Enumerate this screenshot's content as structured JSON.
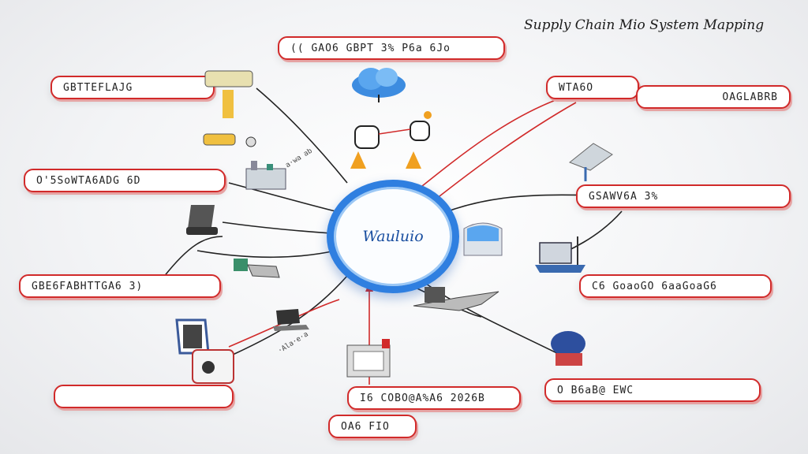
{
  "title": "Supply Chain Mio System Mapping",
  "hub": {
    "label": "Wauluio"
  },
  "nodes": [
    {
      "id": "top-center",
      "label": "(( GAO6 GBPT 3% P6a 6Jo"
    },
    {
      "id": "left-1",
      "label": "GBTTEFLAJG"
    },
    {
      "id": "left-2",
      "label": "O'5SoWTA6ADG 6D"
    },
    {
      "id": "left-3",
      "label": "GBE6FABHTTGA6 3)"
    },
    {
      "id": "left-4",
      "label": ""
    },
    {
      "id": "bottom-center-1",
      "label": "I6   COBO@A%A6 2026B"
    },
    {
      "id": "bottom-center-2",
      "label": "OA6 FIO"
    },
    {
      "id": "right-1a",
      "label": "WTA6O"
    },
    {
      "id": "right-1b",
      "label": "OAGLABRB"
    },
    {
      "id": "right-2",
      "label": "GSAWV6A 3%"
    },
    {
      "id": "right-3",
      "label": "C6 GoaoGO 6aaGoaG6"
    },
    {
      "id": "right-4",
      "label": "O B6aB@ EWC"
    }
  ],
  "colors": {
    "accent_red": "#d12a2a",
    "hub_blue": "#2f7fe0"
  }
}
